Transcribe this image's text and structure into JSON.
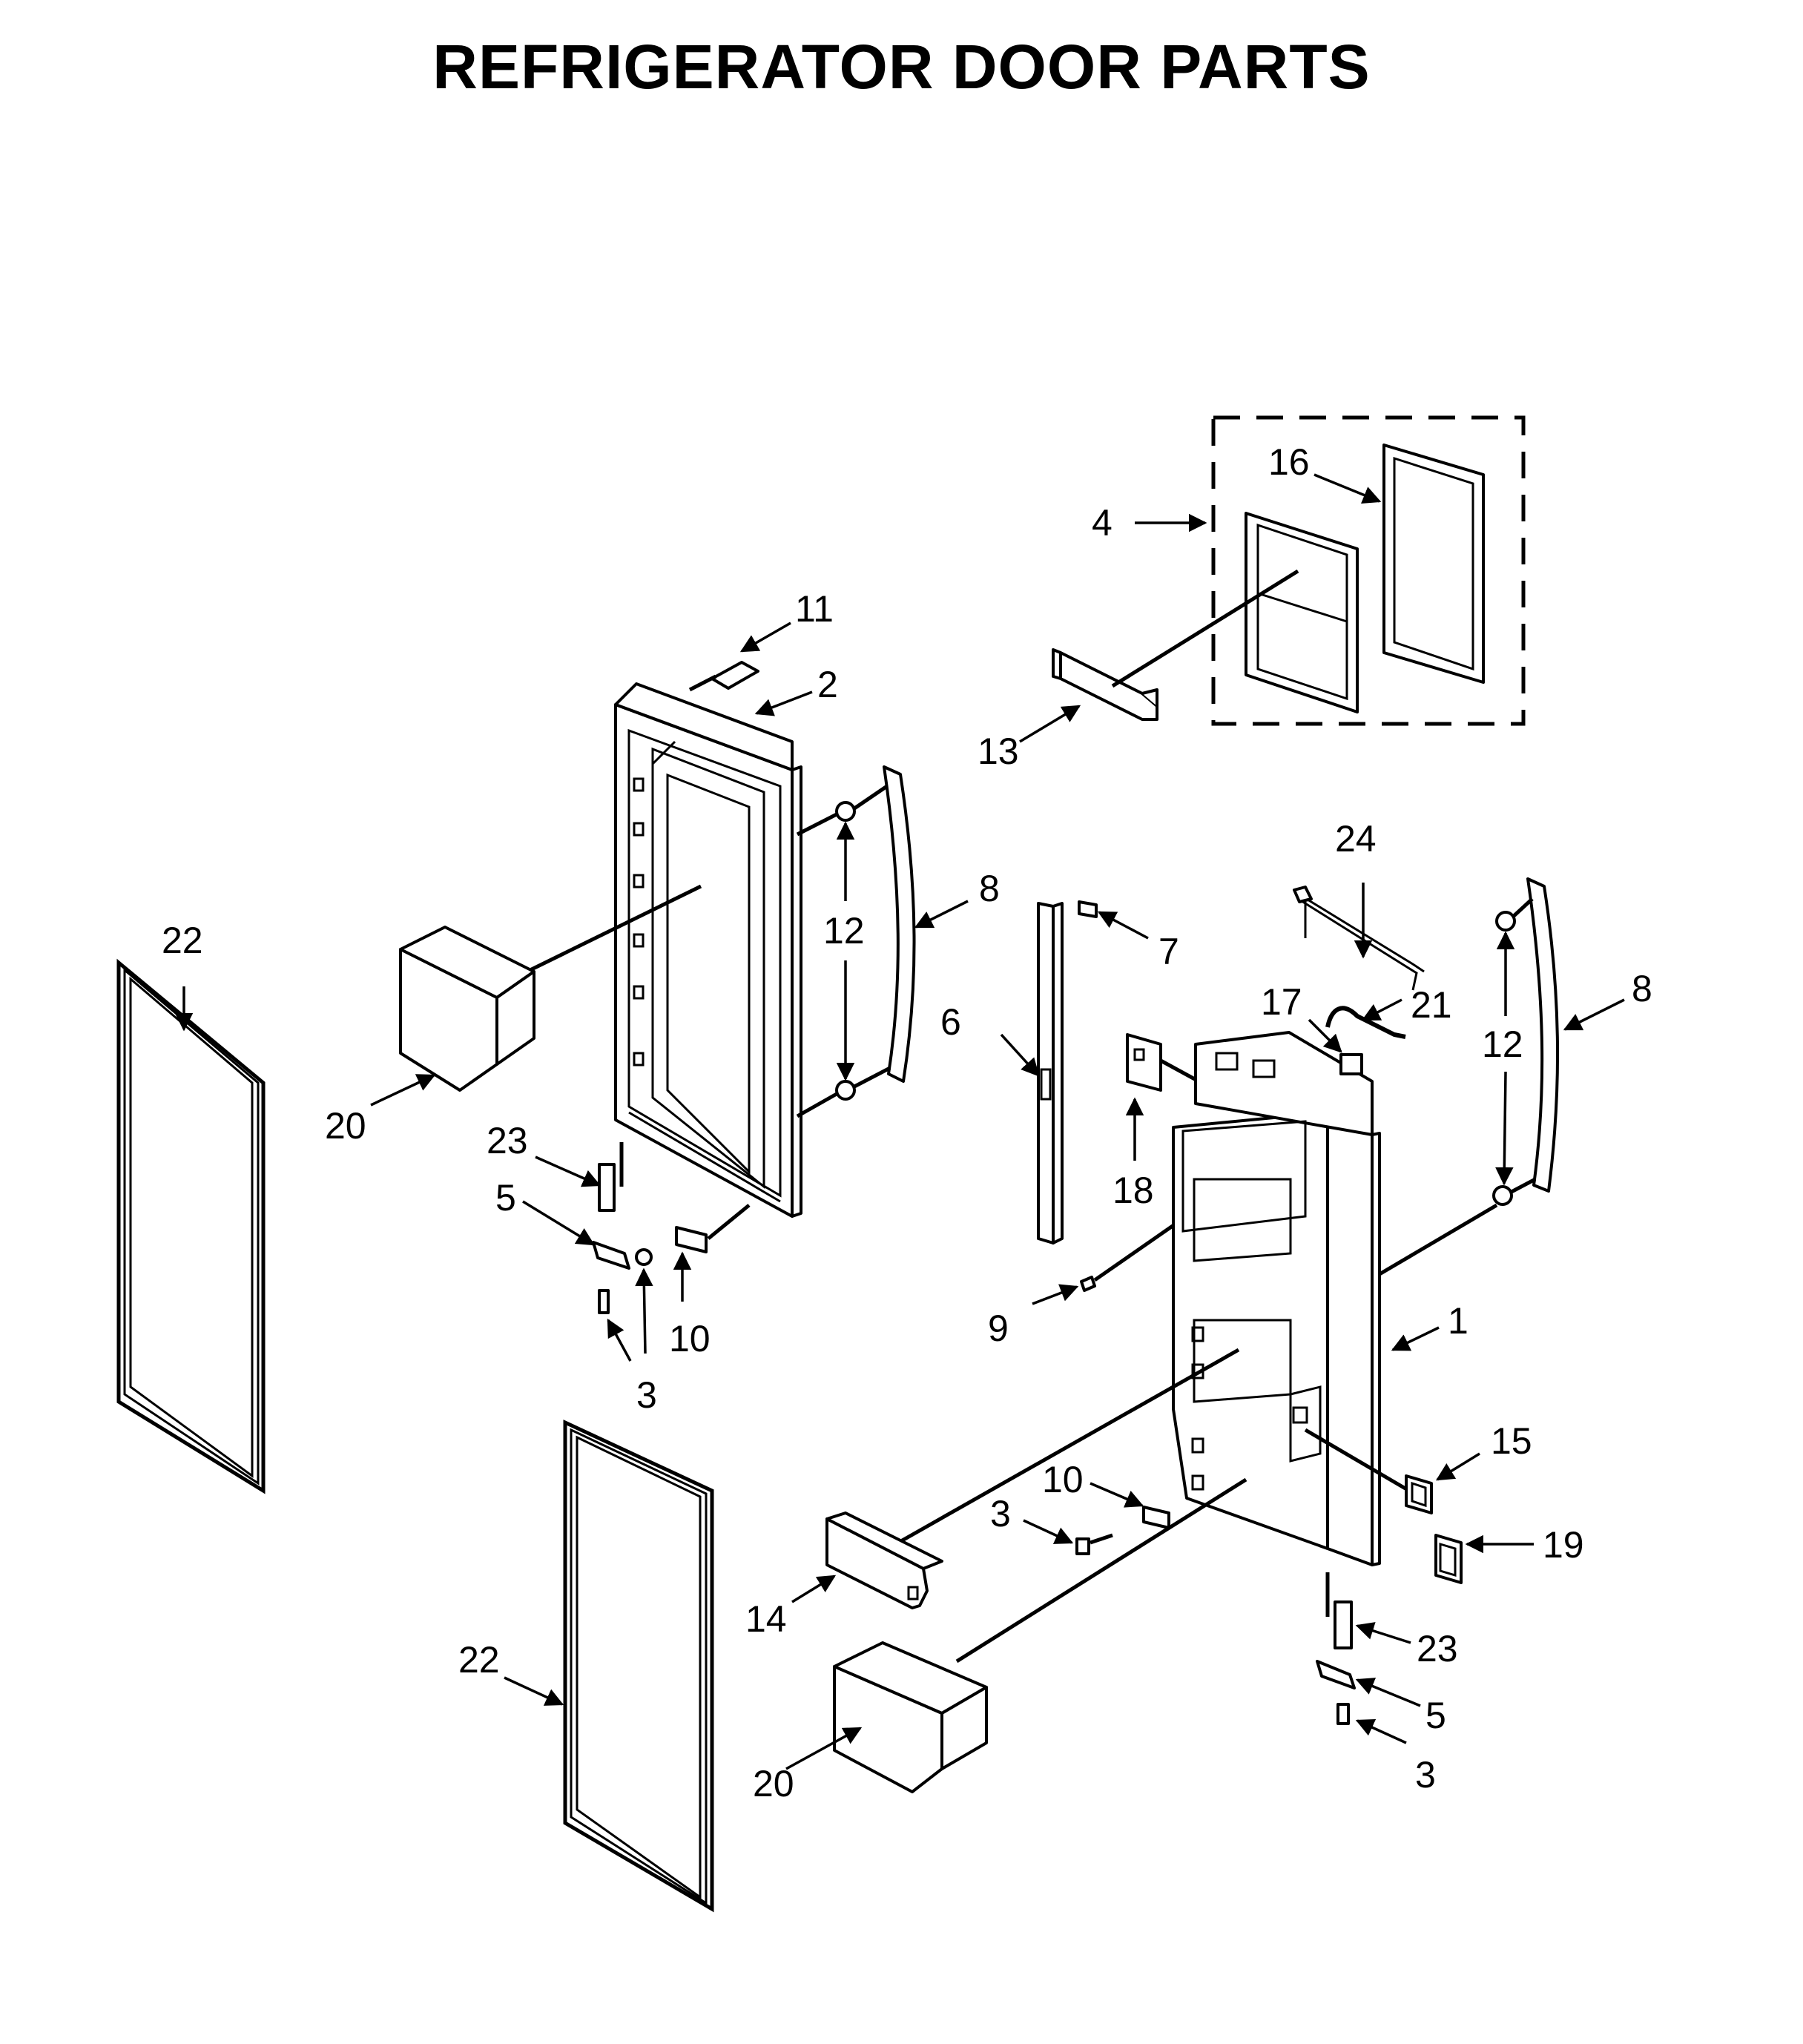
{
  "title": "REFRIGERATOR DOOR PARTS",
  "callouts": {
    "c1": "1",
    "c2": "2",
    "c3a": "3",
    "c3b": "3",
    "c3c": "3",
    "c4": "4",
    "c5a": "5",
    "c5b": "5",
    "c6": "6",
    "c7": "7",
    "c8a": "8",
    "c8b": "8",
    "c9": "9",
    "c10a": "10",
    "c10b": "10",
    "c11": "11",
    "c12a": "12",
    "c12b": "12",
    "c13": "13",
    "c14": "14",
    "c15": "15",
    "c16": "16",
    "c17": "17",
    "c18": "18",
    "c19": "19",
    "c20a": "20",
    "c20b": "20",
    "c21": "21",
    "c22a": "22",
    "c22b": "22",
    "c23a": "23",
    "c23b": "23",
    "c24": "24"
  }
}
